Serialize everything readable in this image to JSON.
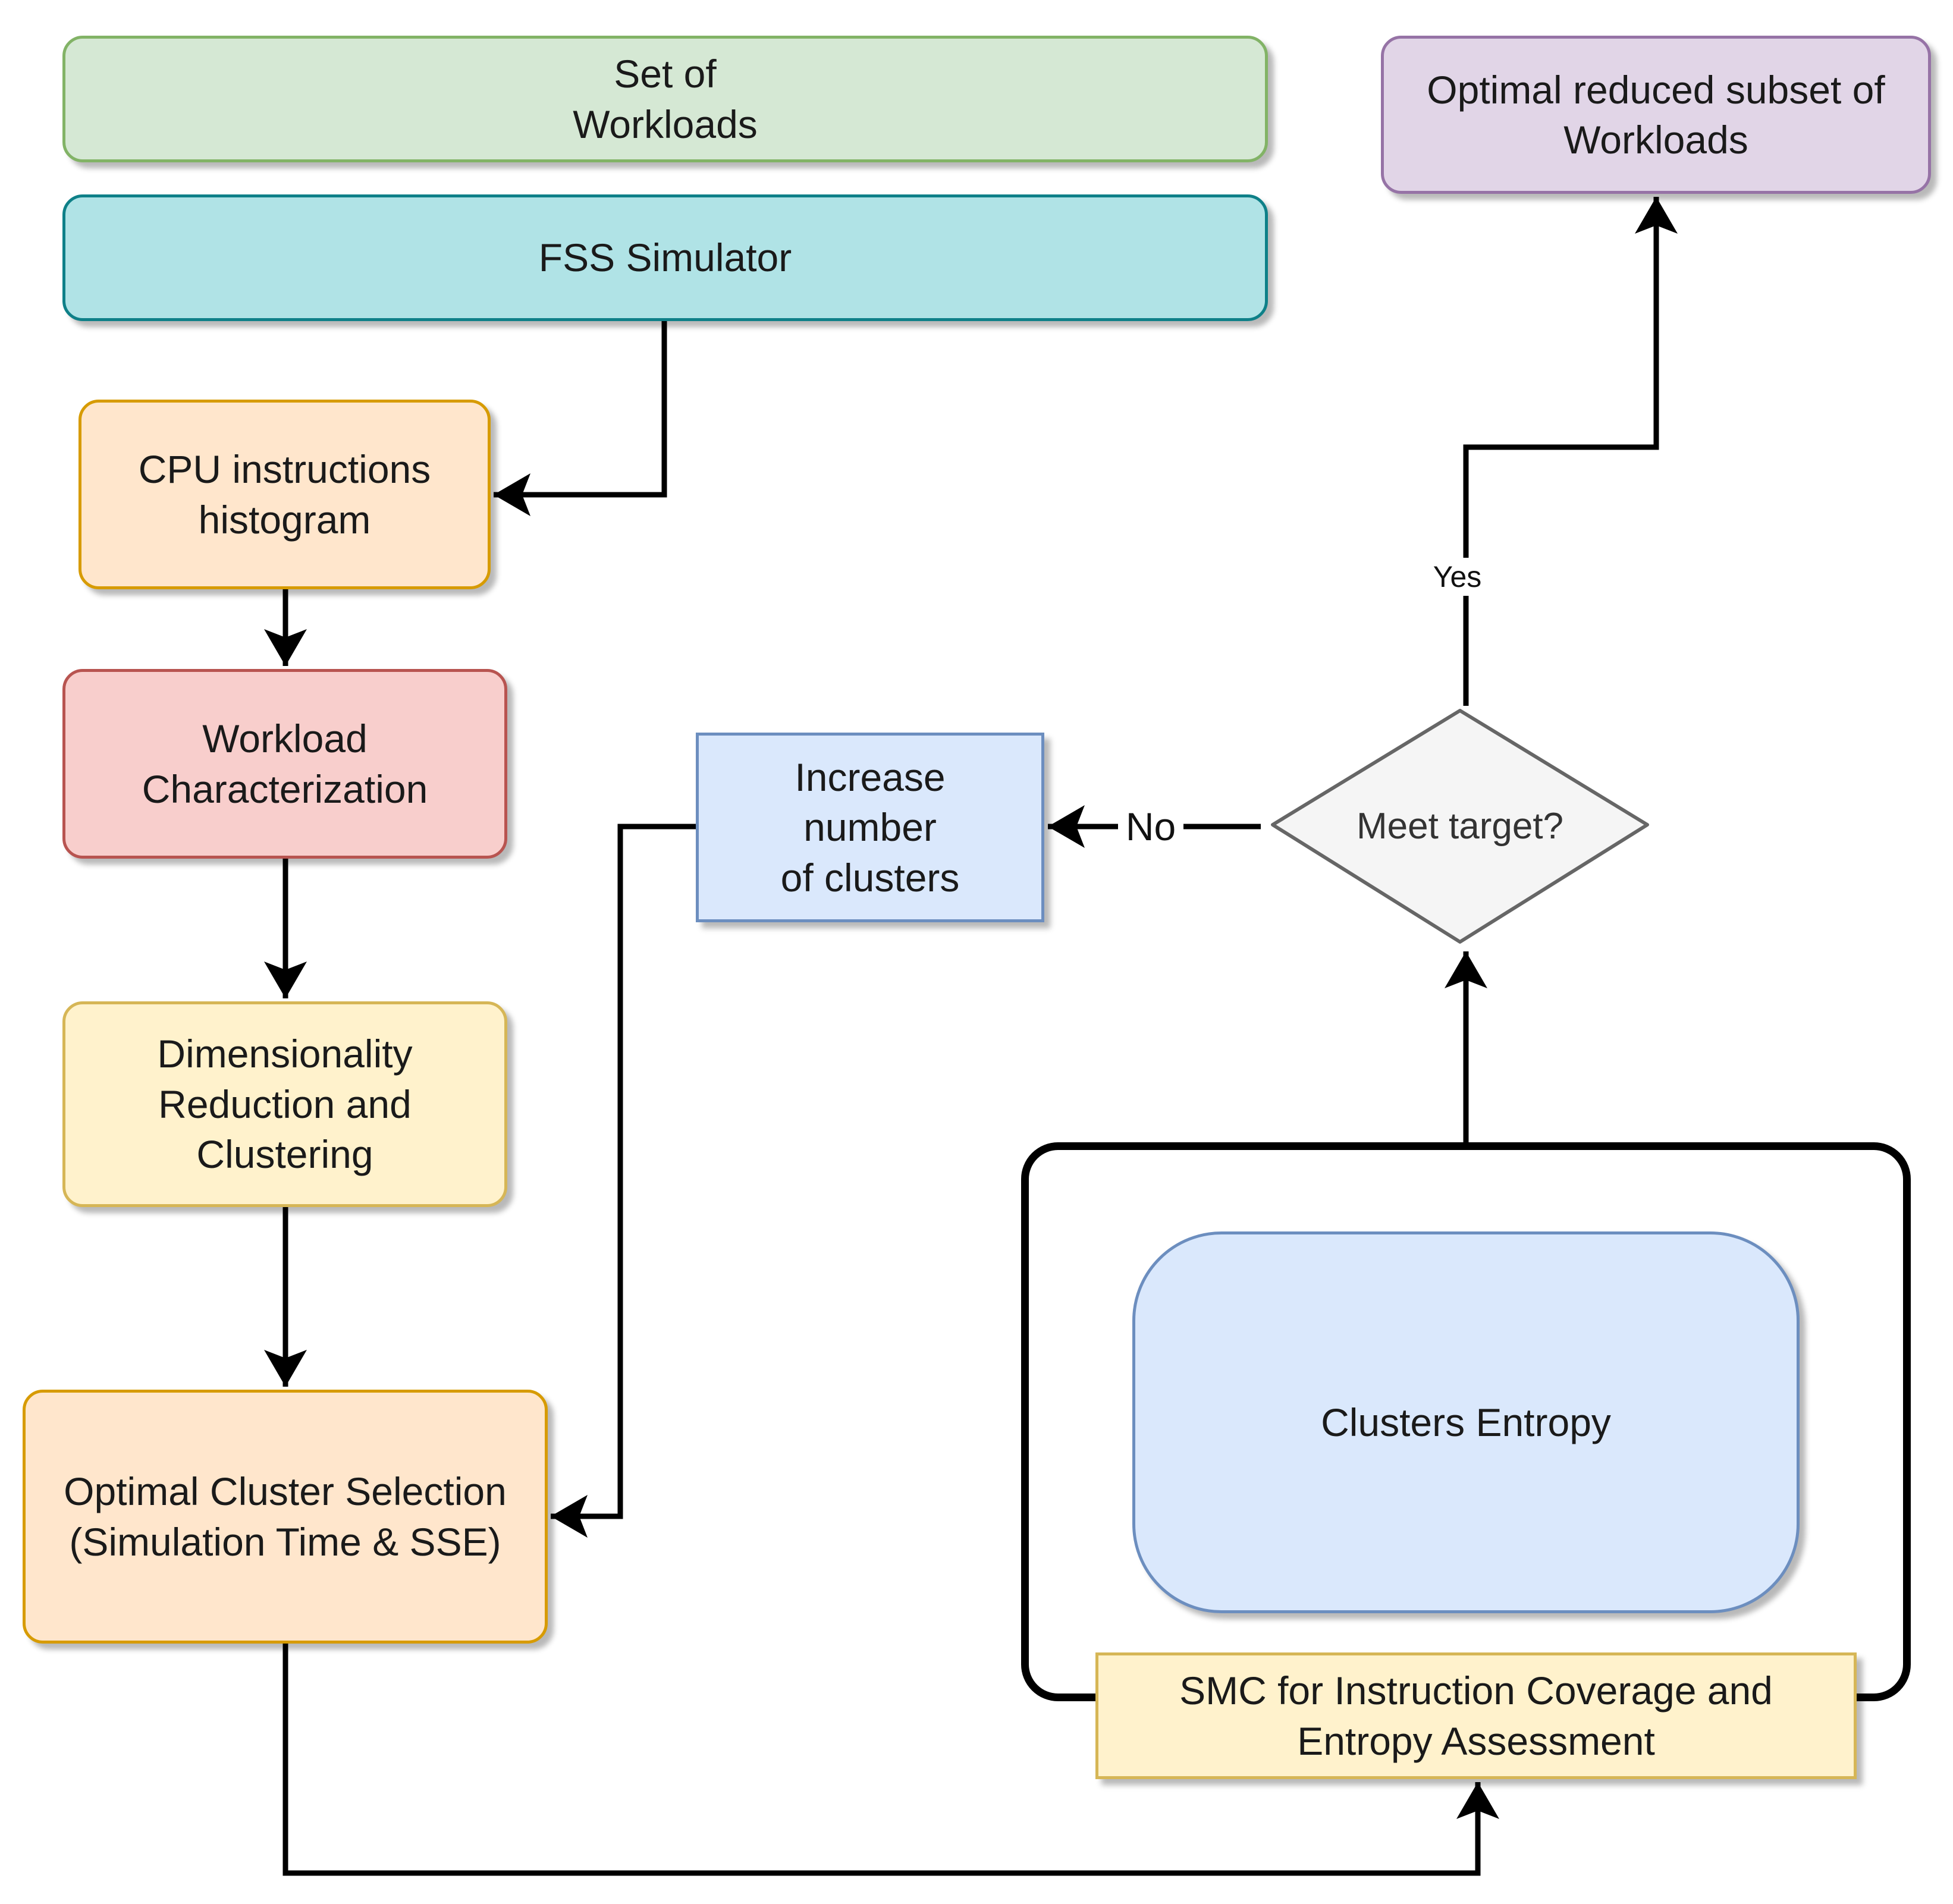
{
  "nodes": {
    "workloads": "Set of\nWorkloads",
    "fss_simulator": "FSS Simulator",
    "cpu_histogram": "CPU instructions\nhistogram",
    "workload_characterization": "Workload\nCharacterization",
    "dimensionality": "Dimensionality\nReduction and\nClustering",
    "optimal_cluster": "Optimal Cluster Selection\n(Simulation Time & SSE)",
    "increase_clusters": "Increase\nnumber\nof clusters",
    "meet_target": "Meet target?",
    "reduced_subset": "Optimal reduced subset of\nWorkloads",
    "clusters_entropy": "Clusters Entropy",
    "smc": "SMC for Instruction Coverage and\nEntropy Assessment"
  },
  "edge_labels": {
    "no": "No",
    "yes": "Yes"
  },
  "colors": {
    "green_fill": "#d5e8d4",
    "teal_fill": "#b0e3e6",
    "orange_fill": "#ffe6cc",
    "red_fill": "#f8cecc",
    "yellow_fill": "#fff2cc",
    "blue_fill": "#dae8fc",
    "purple_fill": "#e1d5e7",
    "diamond_fill": "#f5f5f5",
    "edge": "#000000"
  }
}
